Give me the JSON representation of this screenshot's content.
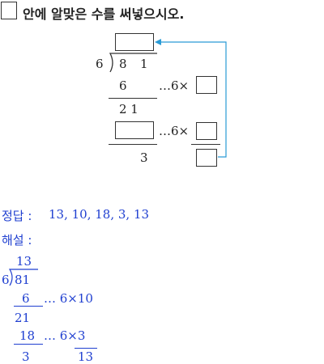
{
  "instruction": "안에 알맞은 수를 써넣으시오.",
  "problem": {
    "divisor": "6",
    "dividend_digits": [
      "8",
      "1"
    ],
    "product1": "6",
    "remainder1": "2 1",
    "dots_multiply": "…6×",
    "last": "3"
  },
  "answer": {
    "label": "정답 :",
    "values": "13, 10, 18, 3, 13"
  },
  "explanation": {
    "label": "해설 :",
    "quotient": "13",
    "divisor": "6",
    "dividend": "81",
    "product1": "6",
    "product1_note": "… 6×10",
    "remainder1": "21",
    "product2": "18",
    "product2_note": "… 6×3",
    "last": "3",
    "note_value": "13"
  },
  "colors": {
    "answer": "#1f3fd0",
    "arrow": "#2a9bd6"
  }
}
